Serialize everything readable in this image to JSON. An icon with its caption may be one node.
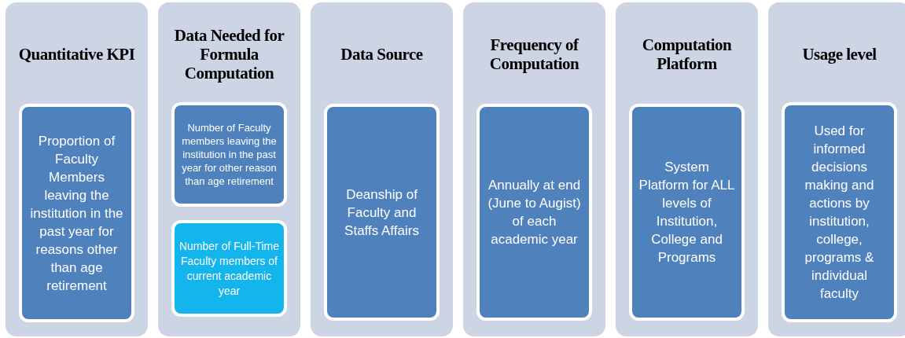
{
  "diagram": {
    "nodes": [
      {
        "text": [
          "Quantitative KPI"
        ]
      },
      {
        "text": [
          "Proportion of Faculty Members leaving the institution in the past year for reasons other than age retirement"
        ],
        "in": 0
      },
      {
        "text": [
          "Data Needed for Formula Computation"
        ]
      },
      {
        "text": [
          "Number of Faculty members leaving the institution in the past year for other reason than age retirement"
        ],
        "in": 2
      },
      {
        "text": [
          "Number of Full-Time Faculty members of current academic year"
        ],
        "in": 2
      },
      {
        "text": [
          "Data Source"
        ]
      },
      {
        "text": [
          "Deanship of Faculty and Staffs Affairs"
        ],
        "in": 5
      },
      {
        "text": [
          "Frequency of Computation"
        ]
      },
      {
        "text": [
          "Annually  at end (June to Augist) of each academic year"
        ],
        "in": 7
      },
      {
        "text": [
          "Computation Platform"
        ]
      },
      {
        "text": [
          "System Platform for ALL levels of Institution, College and Programs"
        ],
        "in": 9
      },
      {
        "text": [
          "Usage level"
        ]
      },
      {
        "text": [
          "Used for informed decisions making and actions by institution, college, programs & individual faculty"
        ],
        "in": 11
      }
    ],
    "edges": []
  }
}
